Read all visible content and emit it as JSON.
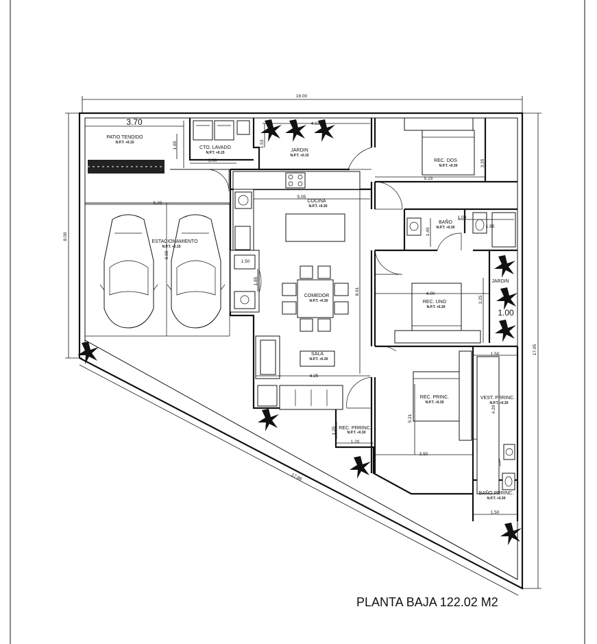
{
  "title": "PLANTA BAJA 122.02 M2",
  "rooms": {
    "patio": {
      "name": "PATIO TENDIDO",
      "level": "N.P.T. +0.15"
    },
    "lavado": {
      "name": "CTO. LAVADO",
      "level": "N.P.T. +0.15"
    },
    "jardin1": {
      "name": "JARDIN",
      "level": "N.P.T. +0.15"
    },
    "rec_dos": {
      "name": "REC. DOS",
      "level": "N.P.T. +0.30"
    },
    "cocina": {
      "name": "COCINA",
      "level": "N.P.T. +0.30"
    },
    "bano": {
      "name": "BAÑO",
      "level": "N.P.T. +0.30"
    },
    "estacionamiento": {
      "name": "ESTACIONAMIENTO",
      "level": "N.P.T. +0.15"
    },
    "comedor": {
      "name": "COMEDOR",
      "level": "N.P.T. +0.30"
    },
    "rec_uno": {
      "name": "REC. UNO",
      "level": "N.P.T. +0.30"
    },
    "jardin2": {
      "name": "JARDIN"
    },
    "sala": {
      "name": "SALA",
      "level": "N.P.T. +0.30"
    },
    "rec_princ": {
      "name": "REC. PRINC.",
      "level": "N.P.T. +0.30"
    },
    "vest_princ": {
      "name": "VEST. PRRINC.",
      "level": "N.P.T. +0.30"
    },
    "rec_prrinc": {
      "name": "REC. PRRINC.",
      "level": "N.P.T. +0.30"
    },
    "bano_princ": {
      "name": "BAÑO PRRINC.",
      "level": "N.P.T. +0.30"
    }
  },
  "dimensions": {
    "top_total": "16.00",
    "left_total": "8.00",
    "right_total": "17.05",
    "diagonal": "17.96",
    "patio_width": "3.70",
    "jardin_width": "4.13",
    "lavado_width": "3.00",
    "patio_depth": "1.65",
    "jardin_depth": "1.53",
    "rec_dos_width": "5.15",
    "rec_dos_depth": "3.25",
    "cocina_width": "5.05",
    "bano_width": "1.00",
    "bano_width2": "1.95",
    "bano_depth": "1.40",
    "estac_width": "5.20",
    "estac_depth": "6.00",
    "stair_width": "1.50",
    "stair_depth": "1.85",
    "living_depth": "8.61",
    "rec_uno_width": "4.00",
    "rec_uno_depth": "3.25",
    "jardin_lado": "1.00",
    "vest_width": "1.50",
    "sala_width": "4.25",
    "vest_depth": "4.20",
    "rec_princ_depth": "5.21",
    "rec_princ_width": "3.50",
    "prrinc_depth": "1.25",
    "prrinc_width": "1.20",
    "bano_princ_width": "1.50"
  }
}
